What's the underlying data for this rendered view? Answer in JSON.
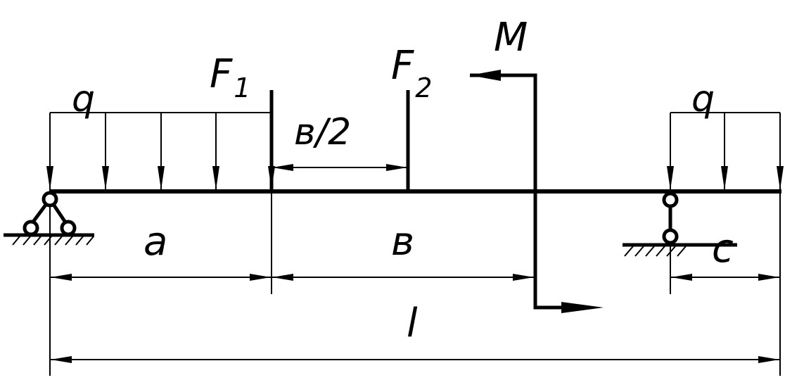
{
  "labels": {
    "F1_main": "F",
    "F1_sub": "1",
    "F2_main": "F",
    "F2_sub": "2",
    "M": "M",
    "q_left": "q",
    "q_right": "q",
    "b_half": "в/2",
    "a": "a",
    "b": "в",
    "c": "c",
    "l": "l"
  }
}
